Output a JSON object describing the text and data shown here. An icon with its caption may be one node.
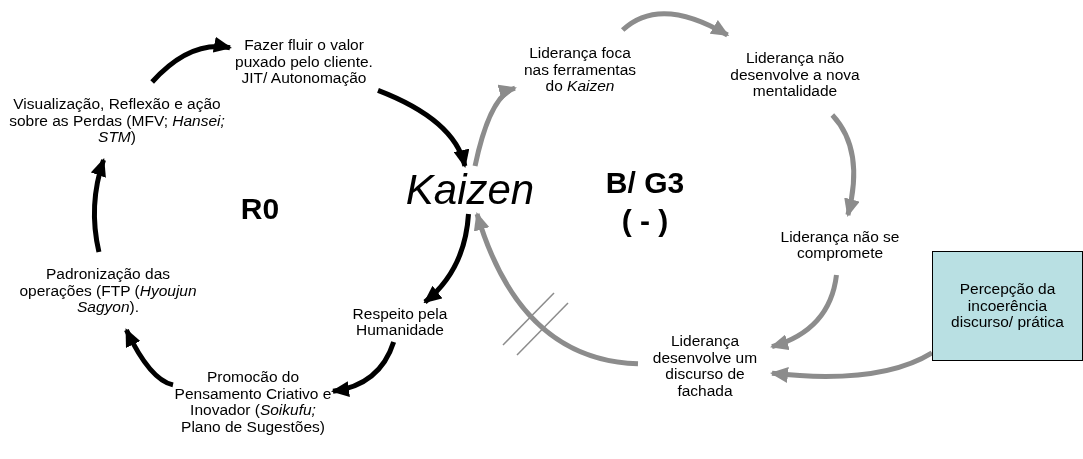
{
  "diagram": {
    "nodes": [
      {
        "text": [
          "Fazer fluir o valor puxado pelo cliente. JIT/ Autonomação"
        ]
      },
      {
        "text": [
          "Visualização, Reflexão e ação sobre as Perdas (MFV; *Hansei; STM*)"
        ]
      },
      {
        "text": [
          "Kaizen"
        ]
      },
      {
        "text": [
          "Liderança foca nas ferramentas do *Kaizen*"
        ]
      },
      {
        "text": [
          "Liderança não desenvolve a nova mentalidade"
        ]
      },
      {
        "text": [
          "Padronização das operações (FTP (*Hyoujun Sagyon*)."
        ]
      },
      {
        "text": [
          "Respeito pela Humanidade"
        ]
      },
      {
        "text": [
          "Liderança não se compromete"
        ]
      },
      {
        "text": [
          "Percepção da incoerência discurso/ prática"
        ]
      },
      {
        "text": [
          "Promocão do Pensamento Criativo e Inovador (*Soikufu;* Plano de Sugestões)"
        ]
      },
      {
        "text": [
          "Liderança desenvolve um discurso de fachada"
        ]
      }
    ],
    "edges": [
      {
        "from": 1,
        "to": 0,
        "arrow": "to"
      },
      {
        "from": 0,
        "to": 2,
        "arrow": "to"
      },
      {
        "from": 2,
        "to": 6,
        "arrow": "to"
      },
      {
        "from": 6,
        "to": 9,
        "arrow": "to"
      },
      {
        "from": 9,
        "to": 5,
        "arrow": "to"
      },
      {
        "from": 5,
        "to": 1,
        "arrow": "to"
      },
      {
        "from": 2,
        "to": 3,
        "arrow": "to",
        "color": "#8c8c8c"
      },
      {
        "from": 3,
        "to": 4,
        "arrow": "to",
        "color": "#8c8c8c"
      },
      {
        "from": 4,
        "to": 7,
        "arrow": "to",
        "color": "#8c8c8c"
      },
      {
        "from": 7,
        "to": 10,
        "arrow": "to",
        "color": "#8c8c8c"
      },
      {
        "from": 8,
        "to": 10,
        "arrow": "to",
        "color": "#8c8c8c"
      },
      {
        "from": 10,
        "to": 2,
        "arrow": "to",
        "color": "#8c8c8c"
      }
    ],
    "labels": [
      "R0",
      "B/ G3",
      "( - )"
    ]
  }
}
